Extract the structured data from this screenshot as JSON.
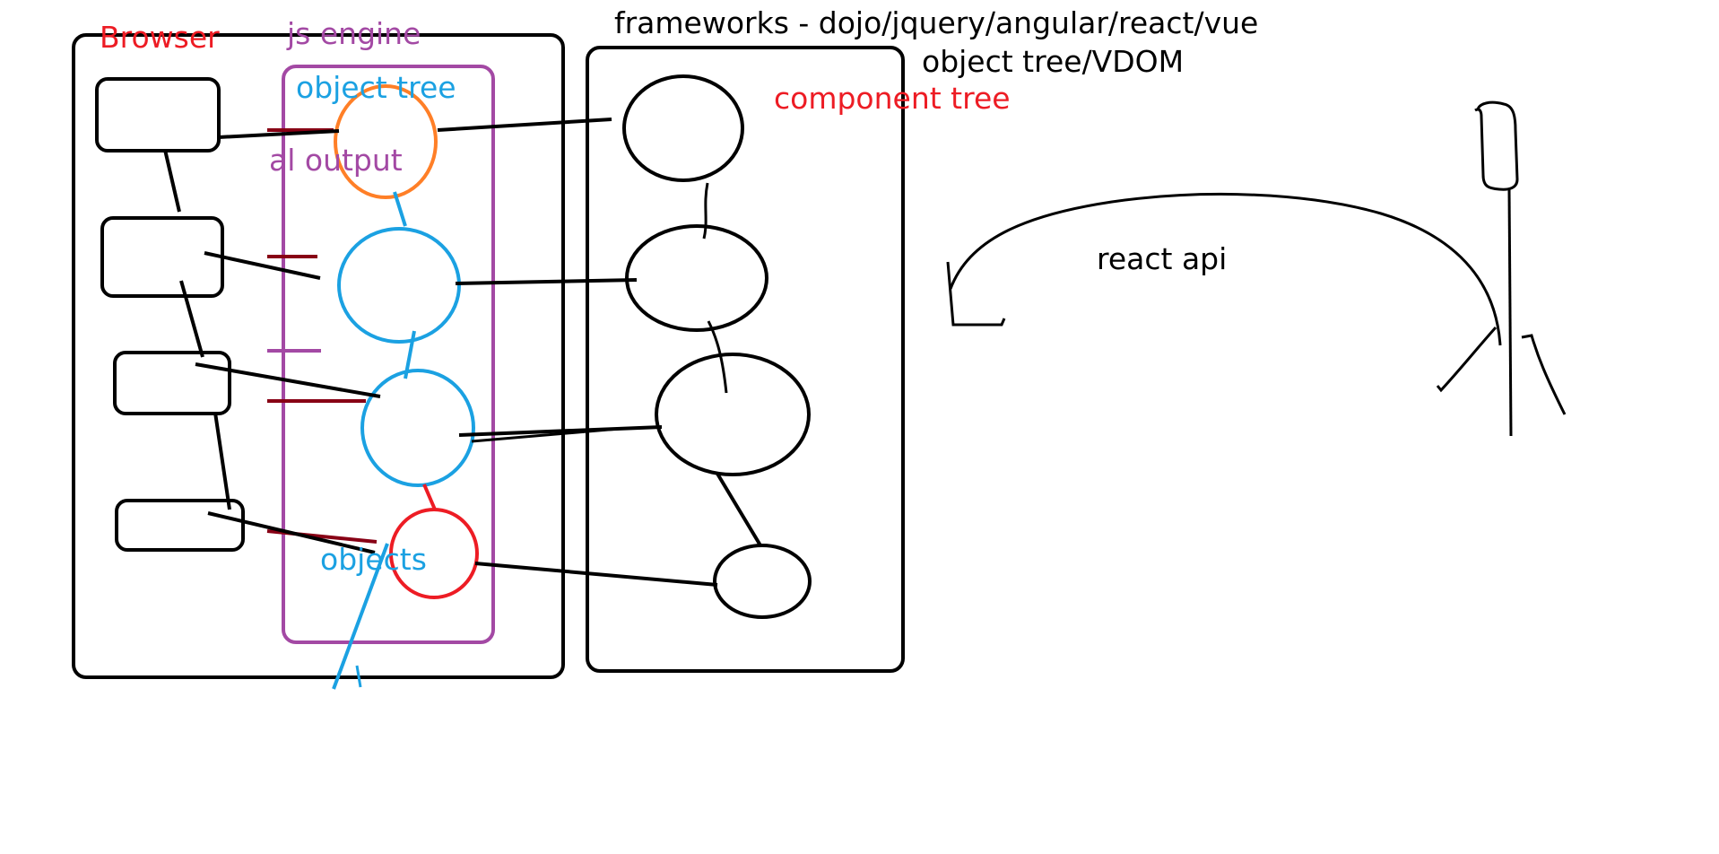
{
  "labels": {
    "browser": "Browser",
    "js_engine": "js engine",
    "object_tree": "object tree",
    "al_output": "al output",
    "objects": "objects",
    "frameworks": "frameworks - dojo/jquery/angular/react/vue",
    "vdom": "object tree/VDOM",
    "component_tree": "component tree",
    "react_api": "react api"
  },
  "colors": {
    "ink": "#000000",
    "red": "#ed1c24",
    "purple": "#a349a4",
    "blue": "#1ba1e2",
    "orange": "#ff7f27",
    "dark_red": "#880015"
  }
}
